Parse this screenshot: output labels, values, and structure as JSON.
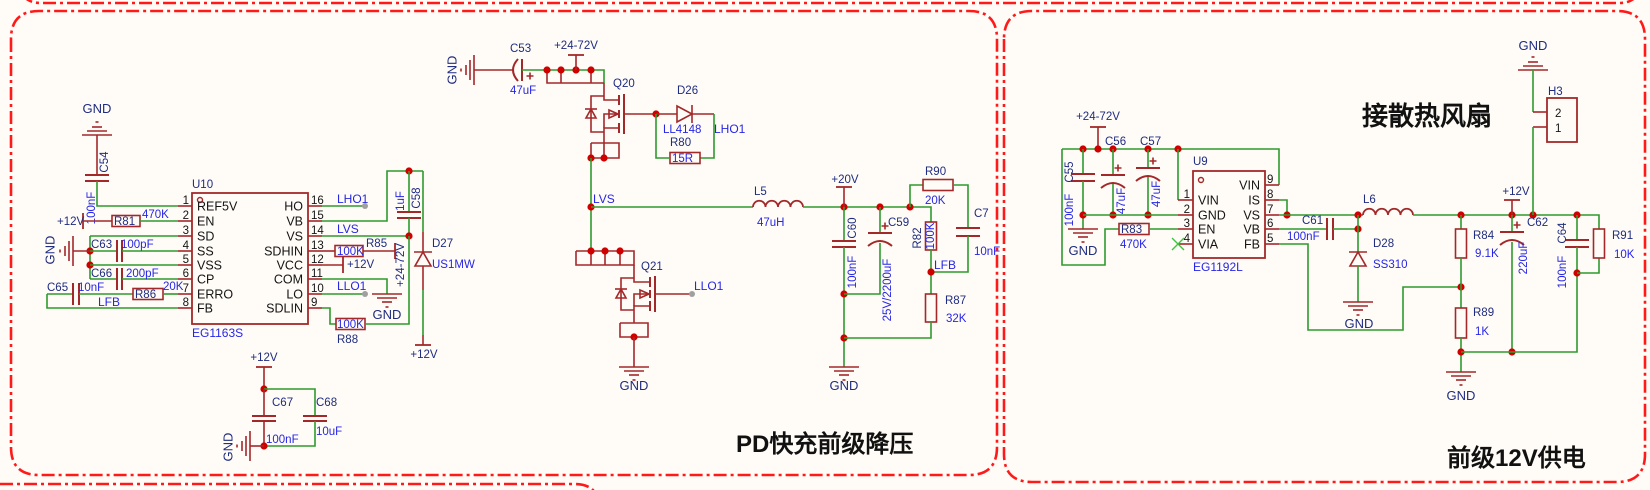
{
  "titles": {
    "pd_buck": "PD快充前级降压",
    "fan": "接散热风扇",
    "supply_12v": "前级12V供电"
  },
  "power": {
    "gnd": "GND",
    "v12": "+12V",
    "v24_72": "+24-72V",
    "v20": "+20V"
  },
  "nets": {
    "lho1": "LHO1",
    "lvs": "LVS",
    "llo1": "LLO1",
    "lfb": "LFB"
  },
  "u10": {
    "ref": "U10",
    "part": "EG1163S",
    "pins": [
      {
        "num": "1",
        "name": "REF5V"
      },
      {
        "num": "2",
        "name": "EN"
      },
      {
        "num": "3",
        "name": "SD"
      },
      {
        "num": "4",
        "name": "SS"
      },
      {
        "num": "5",
        "name": "VSS"
      },
      {
        "num": "6",
        "name": "CP"
      },
      {
        "num": "7",
        "name": "ERRO"
      },
      {
        "num": "8",
        "name": "FB"
      },
      {
        "num": "16",
        "name": "HO"
      },
      {
        "num": "15",
        "name": "VB"
      },
      {
        "num": "14",
        "name": "VS"
      },
      {
        "num": "13",
        "name": "SDHIN"
      },
      {
        "num": "12",
        "name": "VCC"
      },
      {
        "num": "11",
        "name": "COM"
      },
      {
        "num": "10",
        "name": "LO"
      },
      {
        "num": "9",
        "name": "SDLIN"
      }
    ]
  },
  "u9": {
    "ref": "U9",
    "part": "EG1192L",
    "pins": [
      {
        "num": "1",
        "name": "VIN"
      },
      {
        "num": "2",
        "name": "GND"
      },
      {
        "num": "3",
        "name": "EN"
      },
      {
        "num": "4",
        "name": "VIA"
      },
      {
        "num": "9",
        "name": "VIN"
      },
      {
        "num": "8",
        "name": "IS"
      },
      {
        "num": "7",
        "name": "VS"
      },
      {
        "num": "6",
        "name": "VB"
      },
      {
        "num": "5",
        "name": "FB"
      }
    ]
  },
  "parts": {
    "c54": {
      "ref": "C54",
      "value": "100nF"
    },
    "r81": {
      "ref": "R81",
      "value": "470K"
    },
    "c63": {
      "ref": "C63",
      "value": "100pF"
    },
    "c66": {
      "ref": "C66",
      "value": "200pF"
    },
    "c65": {
      "ref": "C65",
      "value": "10nF"
    },
    "r86": {
      "ref": "R86",
      "value": "20K"
    },
    "r85": {
      "ref": "R85",
      "value": "100K"
    },
    "r88": {
      "ref": "R88",
      "value": "100K"
    },
    "c58": {
      "ref": "C58",
      "value": "1uF"
    },
    "d27": {
      "ref": "D27",
      "value": "US1MW"
    },
    "c67": {
      "ref": "C67",
      "value": "100nF"
    },
    "c68": {
      "ref": "C68",
      "value": "10uF"
    },
    "c53": {
      "ref": "C53",
      "value": "47uF"
    },
    "q20": {
      "ref": "Q20"
    },
    "d26": {
      "ref": "D26",
      "value": "LL4148"
    },
    "r80": {
      "ref": "R80",
      "value": "15R"
    },
    "l5": {
      "ref": "L5",
      "value": "47uH"
    },
    "c60": {
      "ref": "C60",
      "value": "100nF"
    },
    "c59": {
      "ref": "C59",
      "value": "25V/2200uF"
    },
    "r90": {
      "ref": "R90",
      "value": "20K"
    },
    "r82": {
      "ref": "R82",
      "value": "100K"
    },
    "r87": {
      "ref": "R87",
      "value": "32K"
    },
    "c7": {
      "ref": "C7",
      "value": "10nF"
    },
    "q21": {
      "ref": "Q21"
    },
    "c55": {
      "ref": "C55",
      "value": "100nF"
    },
    "c56": {
      "ref": "C56",
      "value": "47uF"
    },
    "c57": {
      "ref": "C57",
      "value": "47uF"
    },
    "r83": {
      "ref": "R83",
      "value": "470K"
    },
    "c61": {
      "ref": "C61",
      "value": "100nF"
    },
    "l6": {
      "ref": "L6"
    },
    "d28": {
      "ref": "D28",
      "value": "SS310"
    },
    "r84": {
      "ref": "R84",
      "value": "9.1K"
    },
    "r89": {
      "ref": "R89",
      "value": "1K"
    },
    "c62": {
      "ref": "C62",
      "value": "220uF"
    },
    "c64": {
      "ref": "C64",
      "value": "100nF"
    },
    "r91": {
      "ref": "R91",
      "value": "10K"
    },
    "h3": {
      "ref": "H3",
      "pins": [
        "2",
        "1"
      ]
    }
  }
}
